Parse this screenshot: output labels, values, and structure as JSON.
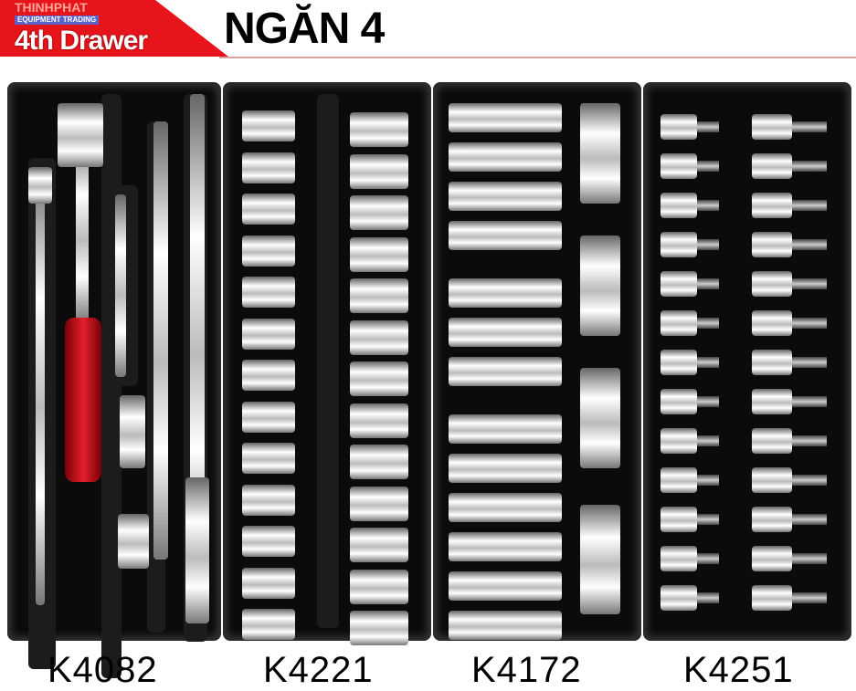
{
  "header": {
    "banner_text": "4th Drawer",
    "watermark": "THINHPHAT",
    "watermark_sub": "EQUIPMENT TRADING",
    "title": "NGĂN 4",
    "accent": "#e8141b"
  },
  "trays": [
    {
      "label": "K4082"
    },
    {
      "label": "K4221"
    },
    {
      "label": "K4172"
    },
    {
      "label": "K4251"
    }
  ]
}
